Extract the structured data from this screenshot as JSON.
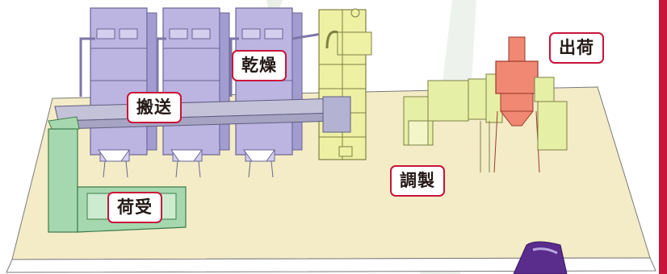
{
  "labels": {
    "drying": "乾燥",
    "conveying": "搬送",
    "receiving": "荷受",
    "adjusting": "調製",
    "shipping": "出荷"
  },
  "colors": {
    "accent": "#c8143a",
    "floor": "#f3ecc7",
    "dryer": "#bcb5e2",
    "elevator": "#eef0a4",
    "receiving_unit": "#a6d8b0",
    "shipping_unit": "#f08873",
    "adjust_unit": "#e6efa6",
    "conveyor": "#c3c2d9",
    "device": "#5a2c8c"
  }
}
